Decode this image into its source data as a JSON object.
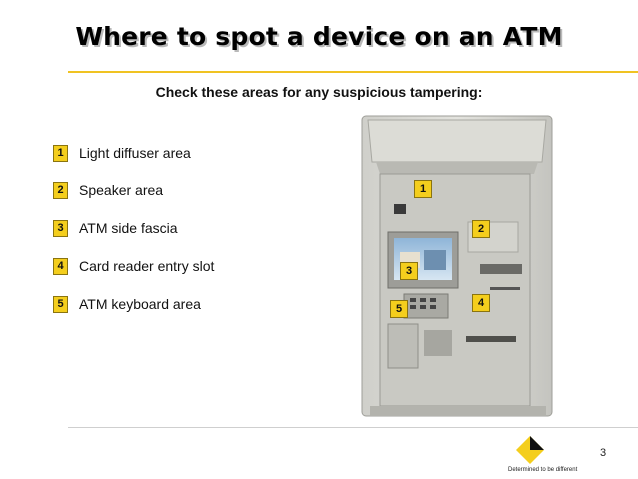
{
  "title": "Where to spot a device on an ATM",
  "subtitle": "Check these areas for any suspicious tampering:",
  "legend": [
    {
      "number": "1",
      "label": "Light diffuser area"
    },
    {
      "number": "2",
      "label": "Speaker area"
    },
    {
      "number": "3",
      "label": "ATM side fascia"
    },
    {
      "number": "4",
      "label": "Card reader entry slot"
    },
    {
      "number": "5",
      "label": "ATM keyboard area"
    }
  ],
  "atm_markers": [
    "1",
    "2",
    "3",
    "4",
    "5"
  ],
  "page_number": "3",
  "logo": {
    "text": "Determined to be different"
  },
  "colors": {
    "badge": "#f4ce1d",
    "accent_rule": "#f0c322"
  }
}
